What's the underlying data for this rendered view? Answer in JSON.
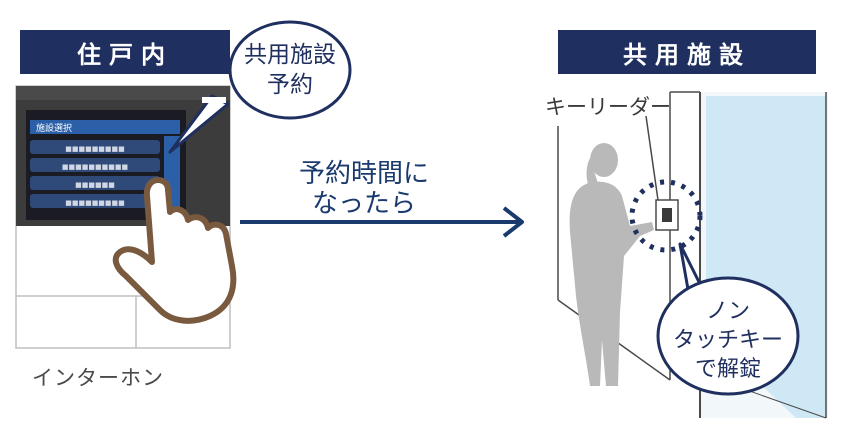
{
  "left_header": "住戸内",
  "right_header": "共用施設",
  "bubble_left": {
    "line1": "共用施設",
    "line2": "予約"
  },
  "screen": {
    "title": "施設選択",
    "buttons": [
      "■■■■■■■■■",
      "■■■■■■■■■■",
      "■■■■■■",
      "■■■■■■■■■"
    ]
  },
  "intercom_label": "インターホン",
  "arrow_text": {
    "line1": "予約時間に",
    "line2": "なったら"
  },
  "key_reader_label": "キーリーダー",
  "bubble_right": {
    "line1": "ノン",
    "line2": "タッチキー",
    "line3": "で解錠"
  },
  "colors": {
    "navy": "#1f2f5f",
    "arrow": "#1a3a6e",
    "silhouette": "#b9b9b9",
    "door_glass": "#cfe8f5"
  }
}
